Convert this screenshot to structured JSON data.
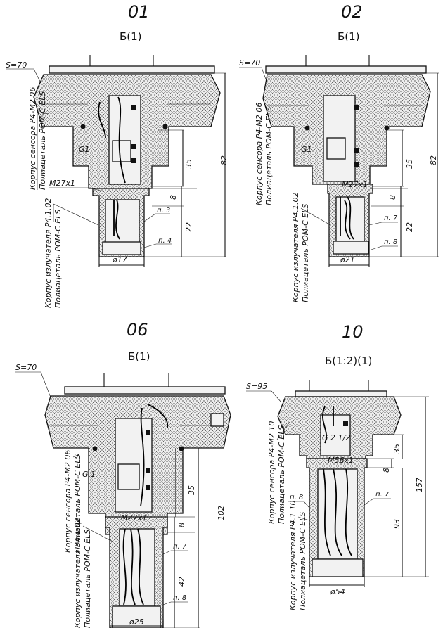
{
  "variants": [
    {
      "id": "01",
      "section": "Б(1)",
      "hex": "S=70",
      "thread_top": "G1",
      "thread_bottom": "M27x1",
      "sensor_label": "Корпус сенсора Р4-М2 06",
      "sensor_material": "Полиацеталь POM-C ELS",
      "emitter_label": "Корпус излучателя Р4.1.02",
      "emitter_material": "Полиацеталь POM-C ELS",
      "dims": {
        "overall": "82",
        "upper": "35",
        "gap": "8",
        "lower": "22",
        "diameter": "ø17"
      },
      "notes": [
        "п. 3",
        "п. 4"
      ]
    },
    {
      "id": "02",
      "section": "Б(1)",
      "hex": "S=70",
      "thread_top": "G1",
      "thread_bottom": "M27x1",
      "sensor_label": "Корпус сенсора Р4-М2 06",
      "sensor_material": "Полиацеталь POM-C ELS",
      "emitter_label": "Корпус излучателя Р4.1.02",
      "emitter_material": "Полиацеталь POM-C ELS",
      "dims": {
        "overall": "82",
        "upper": "35",
        "gap": "8",
        "lower": "22",
        "diameter": "ø21"
      },
      "notes": [
        "п. 7",
        "п. 8"
      ]
    },
    {
      "id": "06",
      "section": "Б(1)",
      "hex": "S=70",
      "thread_top": "G 1",
      "thread_bottom": "M27x1",
      "sensor_label": "Корпус сенсора Р4-М2 06",
      "sensor_material": "Полиацеталь POM-C ELS",
      "emitter_label": "Корпус излучателя Р4.1.02",
      "emitter_material": "Полиацеталь POM-C ELS",
      "dims": {
        "overall": "102",
        "upper": "35",
        "gap": "8",
        "lower": "42",
        "diameter": "ø25"
      },
      "notes": [
        "п. 7",
        "п. 8"
      ]
    },
    {
      "id": "10",
      "section": "Б(1:2)(1)",
      "hex": "S=95",
      "thread_top": "G 2 1/2",
      "thread_bottom": "M56x1",
      "sensor_label": "Корпус сенсора Р4-М2 10",
      "sensor_material": "Полиацеталь POM-C ELS",
      "emitter_label": "Корпус излучателя Р4.1 10",
      "emitter_material": "Полиацеталь POM-C ELS",
      "dims": {
        "overall": "157",
        "upper": "35",
        "gap": "8",
        "lower": "93",
        "diameter": "ø54"
      },
      "notes": [
        "п. 8",
        "п. 7"
      ]
    }
  ]
}
